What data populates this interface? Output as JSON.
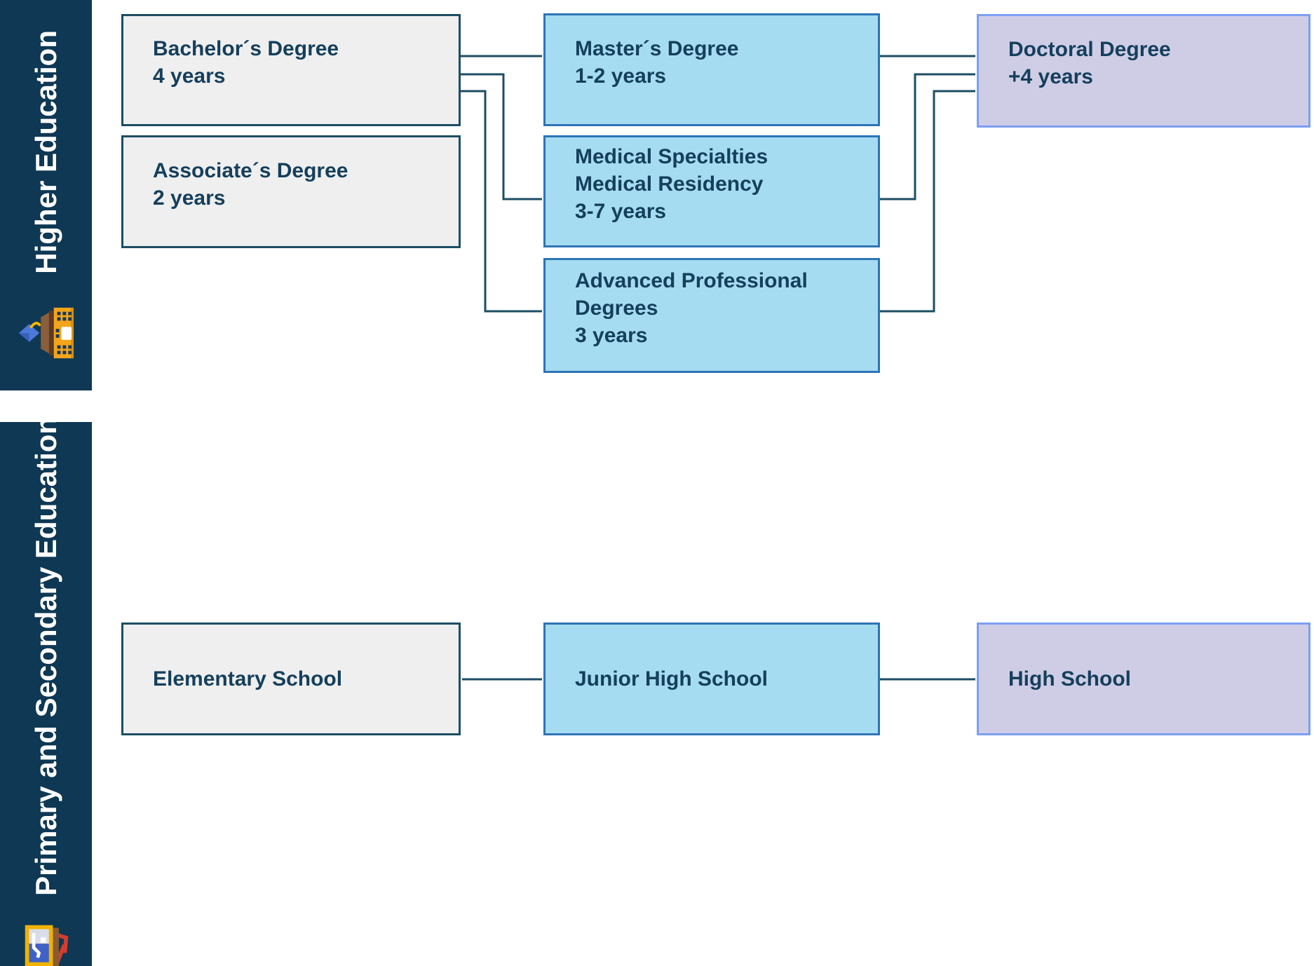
{
  "sidebar": {
    "higher": {
      "label": "Higher Education",
      "icon": "school-building-icon"
    },
    "primary": {
      "label": "Primary and Secondary Education",
      "icon": "school-board-icon"
    }
  },
  "boxes": {
    "bachelor": {
      "line1": "Bachelor´s Degree",
      "line2": "4 years"
    },
    "associate": {
      "line1": "Associate´s Degree",
      "line2": "2 years"
    },
    "master": {
      "line1": "Master´s Degree",
      "line2": "1-2 years"
    },
    "medical": {
      "line1": "Medical Specialties",
      "line2": "Medical Residency",
      "line3": "3-7 years"
    },
    "advanced": {
      "line1": "Advanced Professional Degrees",
      "line2": "3 years"
    },
    "doctoral": {
      "line1": "Doctoral Degree",
      "line2": "+4 years"
    },
    "elementary": {
      "line1": "Elementary School"
    },
    "junior": {
      "line1": "Junior High School"
    },
    "high": {
      "line1": "High School"
    }
  },
  "colors": {
    "sidebar_navy": "#0E3854",
    "connector_line": "#1D4D63",
    "box_text": "#153F5C",
    "gray_fill": "#EFEFEF",
    "gray_border": "#1D4D63",
    "blue_fill": "#A5DCF1",
    "blue_border": "#2E74B5",
    "purple_fill": "#CFCDE6",
    "purple_border": "#7B9FF2",
    "sidebar_text": "#FFFFFF"
  }
}
